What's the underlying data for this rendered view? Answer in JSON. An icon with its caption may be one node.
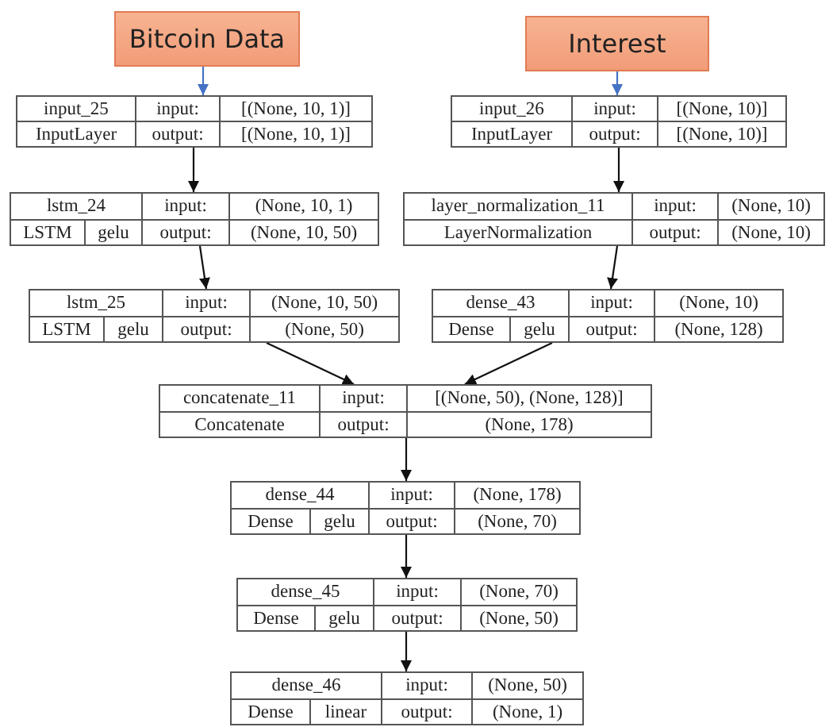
{
  "diagram": {
    "nodes": [
      {
        "text": [
          "Bitcoin Data"
        ]
      },
      {
        "text": [
          "Interest"
        ]
      },
      {
        "text": [
          "input_25",
          "input:",
          "[(None, 10, 1)]",
          "InputLayer",
          "output:",
          "[(None, 10, 1)]"
        ]
      },
      {
        "text": [
          "input_26",
          "input:",
          "[(None, 10)]",
          "InputLayer",
          "output:",
          "[(None, 10)]"
        ]
      },
      {
        "text": [
          "lstm_24",
          "input:",
          "(None, 10, 1)",
          "LSTM",
          "gelu",
          "output:",
          "(None, 10, 50)"
        ]
      },
      {
        "text": [
          "layer_normalization_11",
          "input:",
          "(None, 10)",
          "LayerNormalization",
          "output:",
          "(None, 10)"
        ]
      },
      {
        "text": [
          "lstm_25",
          "input:",
          "(None, 10, 50)",
          "LSTM",
          "gelu",
          "output:",
          "(None, 50)"
        ]
      },
      {
        "text": [
          "dense_43",
          "input:",
          "(None, 10)",
          "Dense",
          "gelu",
          "output:",
          "(None, 128)"
        ]
      },
      {
        "text": [
          "concatenate_11",
          "input:",
          "[(None, 50), (None, 128)]",
          "Concatenate",
          "output:",
          "(None, 178)"
        ]
      },
      {
        "text": [
          "dense_44",
          "input:",
          "(None, 178)",
          "Dense",
          "gelu",
          "output:",
          "(None, 70)"
        ]
      },
      {
        "text": [
          "dense_45",
          "input:",
          "(None, 70)",
          "Dense",
          "gelu",
          "output:",
          "(None, 50)"
        ]
      },
      {
        "text": [
          "dense_46",
          "input:",
          "(None, 50)",
          "Dense",
          "linear",
          "output:",
          "(None, 1)"
        ]
      }
    ],
    "edges": [
      {
        "from": 0,
        "to": 2,
        "arrow": "to",
        "color": "#4472c4"
      },
      {
        "from": 1,
        "to": 3,
        "arrow": "to",
        "color": "#4472c4"
      },
      {
        "from": 2,
        "to": 4,
        "arrow": "to"
      },
      {
        "from": 3,
        "to": 5,
        "arrow": "to"
      },
      {
        "from": 4,
        "to": 6,
        "arrow": "to"
      },
      {
        "from": 5,
        "to": 7,
        "arrow": "to"
      },
      {
        "from": 6,
        "to": 8,
        "arrow": "to"
      },
      {
        "from": 7,
        "to": 8,
        "arrow": "to"
      },
      {
        "from": 8,
        "to": 9,
        "arrow": "to"
      },
      {
        "from": 9,
        "to": 10,
        "arrow": "to"
      },
      {
        "from": 10,
        "to": 11,
        "arrow": "to"
      }
    ]
  }
}
